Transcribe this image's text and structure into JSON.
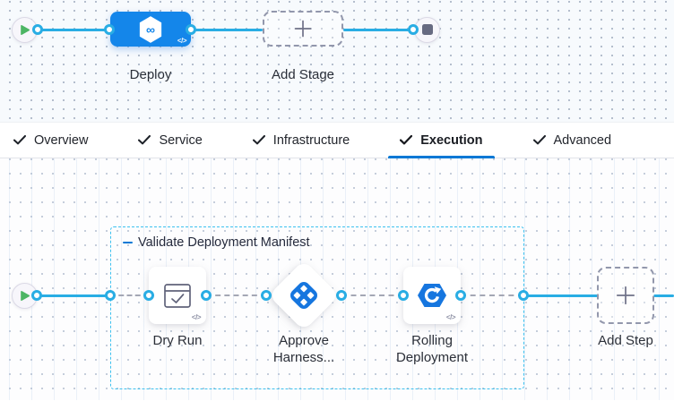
{
  "stage_panel": {
    "stage_label": "Deploy",
    "add_stage_label": "Add Stage",
    "code_badge": "</>"
  },
  "tab_bar": {
    "tabs": [
      {
        "label": "Overview"
      },
      {
        "label": "Service"
      },
      {
        "label": "Infrastructure"
      },
      {
        "label": "Execution"
      },
      {
        "label": "Advanced"
      }
    ],
    "active_tab": "Execution"
  },
  "execution_panel": {
    "step_group_label": "Validate Deployment Manifest",
    "steps": [
      {
        "label": "Dry Run"
      },
      {
        "label": "Approve Harness..."
      },
      {
        "label": "Rolling Deployment"
      }
    ],
    "add_step_label": "Add Step",
    "code_badge": "</>"
  },
  "icons": {
    "infinity": "∞"
  },
  "colors": {
    "connector_line": "#29ade4",
    "stage_blue": "#1486ea",
    "step_icon_blue": "#1676df",
    "active_tab_underline": "#0278d5",
    "step_group_border": "#3ec1ef",
    "play_green": "#4db564",
    "dashed_edge_gray": "#a4a7b5"
  }
}
